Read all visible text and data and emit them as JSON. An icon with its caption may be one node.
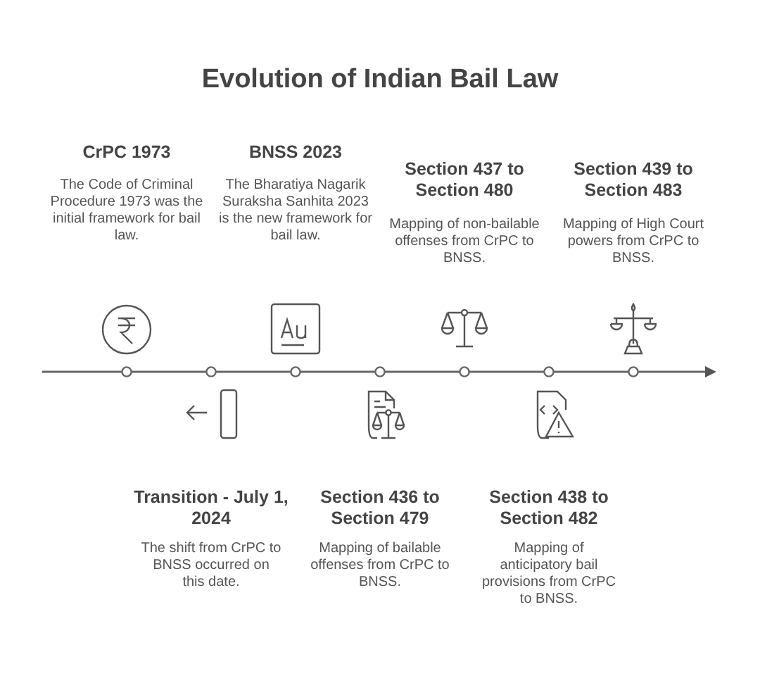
{
  "diagram": {
    "title": "Evolution of Indian Bail Law",
    "labels": [
      "CrPC 1973",
      "The Code of Criminal Procedure 1973 was the initial framework for bail law.",
      "BNSS 2023",
      "The Bharatiya Nagarik Suraksha Sanhita 2023 is the new framework for bail law.",
      "Section 437 to Section 480",
      "Mapping of non-bailable offenses from CrPC to BNSS.",
      "Section 439 to Section 483",
      "Mapping of High Court powers from CrPC to BNSS.",
      "Transition - July 1, 2024",
      "The shift from CrPC to BNSS occurred on this date.",
      "Section 436 to Section 479",
      "Mapping of bailable offenses from CrPC to BNSS.",
      "Section 438 to Section 482",
      "Mapping of anticipatory bail provisions from CrPC to BNSS."
    ]
  }
}
